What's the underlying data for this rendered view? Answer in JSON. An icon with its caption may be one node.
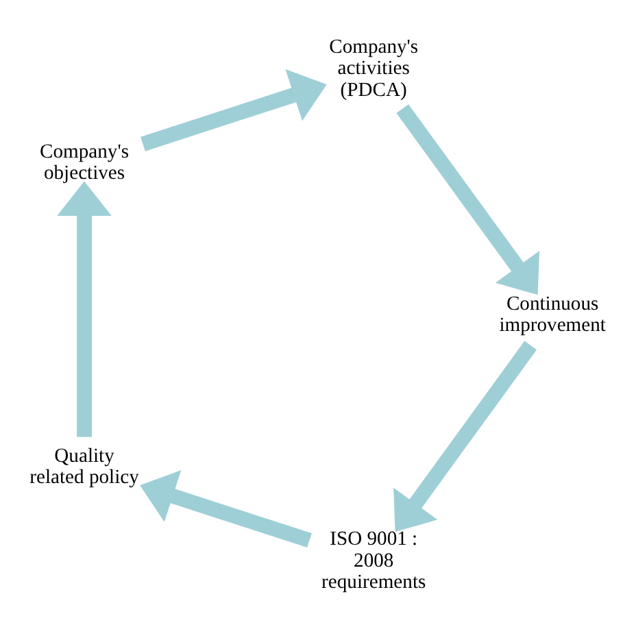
{
  "diagram": {
    "nodes": [
      {
        "text": [
          "ISO 9001 : 2008 requirements"
        ]
      },
      {
        "text": [
          "Quality related policy"
        ]
      },
      {
        "text": [
          "Company's objectives"
        ]
      },
      {
        "text": [
          "Company's activities (PDCA)"
        ]
      },
      {
        "text": [
          "Continuous improvement"
        ]
      }
    ],
    "edges": [
      {
        "from": 0,
        "to": 1,
        "arrow": "to"
      },
      {
        "from": 1,
        "to": 2,
        "arrow": "to"
      },
      {
        "from": 2,
        "to": 3,
        "arrow": "to"
      },
      {
        "from": 3,
        "to": 4,
        "arrow": "to"
      },
      {
        "from": 4,
        "to": 0,
        "arrow": "to"
      }
    ]
  }
}
